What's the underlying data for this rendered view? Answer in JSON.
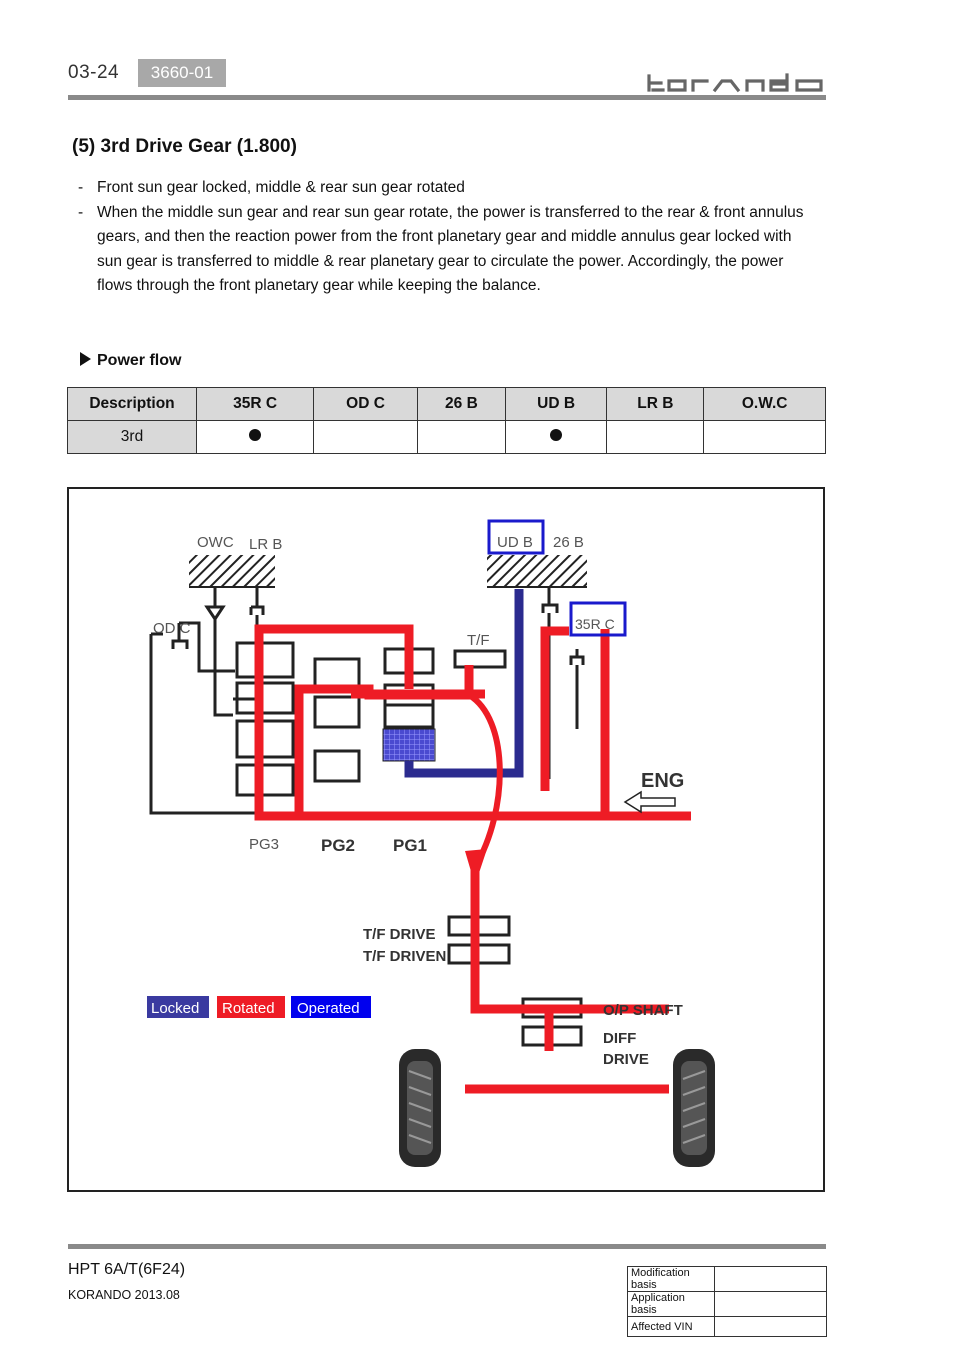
{
  "header": {
    "page_number": "03-24",
    "section_code": "3660-01",
    "brand": "korando"
  },
  "section": {
    "title": "(5) 3rd Drive Gear (1.800)",
    "bullets": [
      "Front sun gear locked, middle & rear sun gear rotated",
      "When the middle sun gear and rear sun gear rotate, the power is transferred to the rear & front annulus gears, and then the reaction power from the front planetary gear and middle annulus gear locked with sun gear is transferred to middle & rear planetary gear to circulate the power. Accordingly, the power flows through the front planetary gear while keeping the balance."
    ]
  },
  "power_flow": {
    "title": "Power flow",
    "columns": [
      "Description",
      "35R C",
      "OD C",
      "26 B",
      "UD B",
      "LR B",
      "O.W.C"
    ],
    "row": {
      "label": "3rd",
      "engaged": [
        true,
        false,
        false,
        true,
        false,
        false
      ]
    }
  },
  "diagram": {
    "labels": {
      "owc": "OWC",
      "lrb": "LR B",
      "udb": "UD B",
      "b26": "26 B",
      "odc": "OD C",
      "tf": "T/F",
      "r35c": "35R C",
      "eng": "ENG",
      "pg3": "PG3",
      "pg2": "PG2",
      "pg1": "PG1",
      "tf_drive": "T/F DRIVE",
      "tf_driven": "T/F DRIVEN",
      "op_shaft": "O/P SHAFT",
      "diff": "DIFF",
      "drive": "DRIVE"
    },
    "legend": [
      {
        "label": "Locked",
        "color": "#3a3aa0"
      },
      {
        "label": "Rotated",
        "color": "#ee1c25"
      },
      {
        "label": "Operated",
        "color": "#0000ee"
      }
    ],
    "colors": {
      "power": "#ee1c25",
      "locked": "#2b2b8f"
    }
  },
  "footer": {
    "model": "HPT 6A/T(6F24)",
    "date": "KORANDO 2013.08",
    "modification_table": [
      "Modification basis",
      "Application basis",
      "Affected VIN"
    ]
  }
}
